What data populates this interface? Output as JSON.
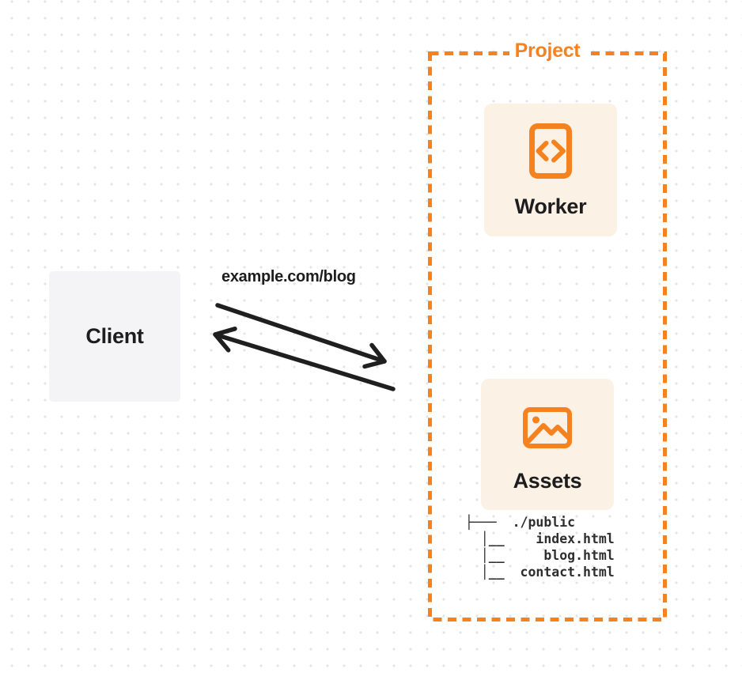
{
  "colors": {
    "orange": "#F6821F",
    "card_bg": "#FBF1E4",
    "client_bg": "#F4F4F6",
    "ink": "#1D1D1F",
    "arrow_ink": "#1F1F1F",
    "grid_dot": "#E4E4E7",
    "tree_ink": "#2E2E2E"
  },
  "client": {
    "label": "Client"
  },
  "request": {
    "url": "example.com/blog"
  },
  "project": {
    "label": "Project",
    "worker": {
      "label": "Worker",
      "icon": "code-file-icon"
    },
    "assets": {
      "label": "Assets",
      "icon": "image-icon",
      "tree": "├───  ./public\n  │__    index.html\n  │__     blog.html\n  │__  contact.html"
    }
  }
}
